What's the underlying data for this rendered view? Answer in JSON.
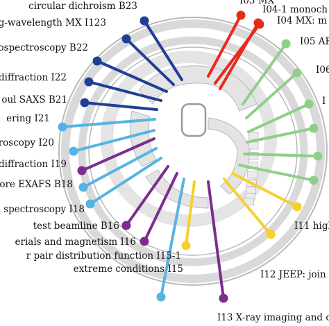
{
  "colors": {
    "red": "#e8291c",
    "orange": "#f5a623",
    "green": "#8fcf8a",
    "navy": "#1f3e96",
    "cyan": "#55b4e4",
    "purple": "#7b2d8e",
    "yellow": "#f7cf2f",
    "ring": "#d9d9d9",
    "ring_edge": "#b9b9b9",
    "building": "#e4e4e4"
  },
  "beamlines": [
    {
      "id": "I03",
      "text": "I03 MX",
      "color": "red"
    },
    {
      "id": "I04-1",
      "text": "I04-1 monoch",
      "color": "red"
    },
    {
      "id": "I04",
      "text": "I04 MX: m",
      "color": "red"
    },
    {
      "id": "I05",
      "text": "I05 AR",
      "color": "green"
    },
    {
      "id": "I06",
      "text": "I06",
      "color": "green"
    },
    {
      "id": "I07",
      "text": "I",
      "color": "green"
    },
    {
      "id": "I08",
      "text": "",
      "color": "green"
    },
    {
      "id": "I09",
      "text": "",
      "color": "green"
    },
    {
      "id": "I10",
      "text": "",
      "color": "green"
    },
    {
      "id": "I11",
      "text": "I11 high",
      "color": "yellow"
    },
    {
      "id": "I12",
      "text": "I12 JEEP: join",
      "color": "yellow"
    },
    {
      "id": "I13",
      "text": "I13 X-ray imaging and co",
      "color": "purple"
    },
    {
      "id": "I15",
      "text": "extreme conditions I15",
      "color": "yellow"
    },
    {
      "id": "I15-1",
      "text": "r pair distribution function I15-1",
      "color": "cyan"
    },
    {
      "id": "I16",
      "text": "erials and magnetism I16",
      "color": "purple"
    },
    {
      "id": "B16",
      "text": "test beamline B16",
      "color": "purple"
    },
    {
      "id": "I18",
      "text": "s spectroscopy I18",
      "color": "cyan"
    },
    {
      "id": "B18",
      "text": "ore EXAFS B18",
      "color": "cyan"
    },
    {
      "id": "I19",
      "text": "diffraction I19",
      "color": "purple"
    },
    {
      "id": "I20",
      "text": "roscopy I20",
      "color": "cyan"
    },
    {
      "id": "I21",
      "text": "ering I21",
      "color": "cyan"
    },
    {
      "id": "B21",
      "text": "oul SAXS B21",
      "color": "navy"
    },
    {
      "id": "I22",
      "text": "diffraction I22",
      "color": "navy"
    },
    {
      "id": "B22",
      "text": "ospectroscopy B22",
      "color": "navy"
    },
    {
      "id": "I23",
      "text": "g-wavelength MX I123",
      "color": "navy"
    },
    {
      "id": "B23",
      "text": "circular dichroism B23",
      "color": "navy"
    }
  ]
}
